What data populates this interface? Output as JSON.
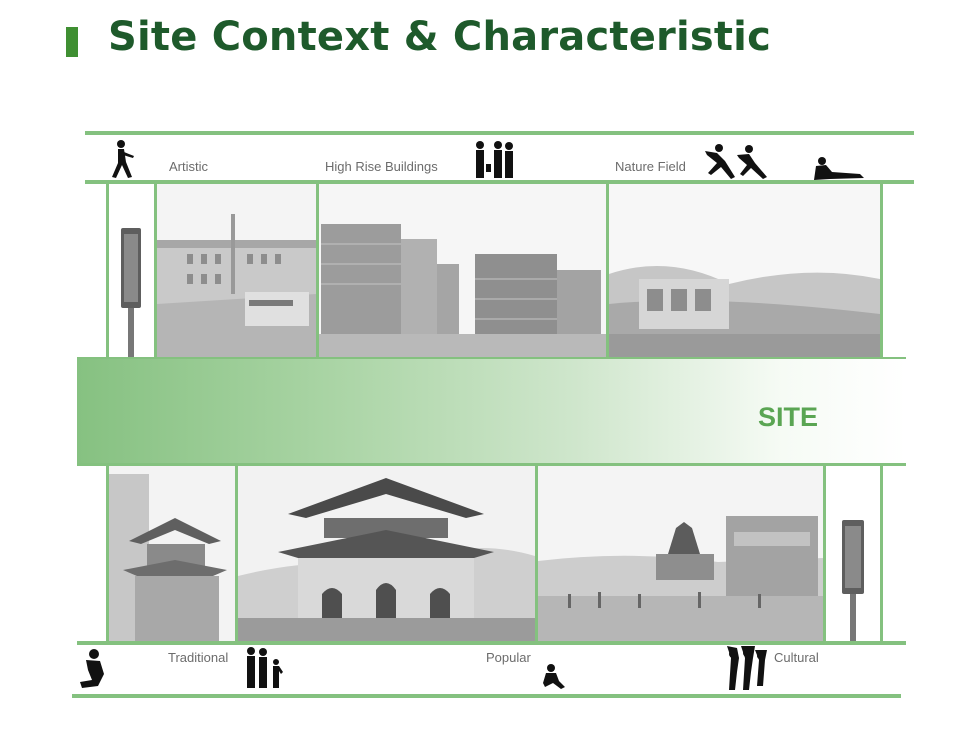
{
  "page": {
    "title": "Site Context & Characteristic"
  },
  "top_labels": {
    "artistic": "Artistic",
    "high_rise": "High Rise Buildings",
    "nature": "Nature Field"
  },
  "center": {
    "site": "SITE"
  },
  "bottom_labels": {
    "traditional": "Traditional",
    "popular": "Popular",
    "cultural": "Cultural"
  },
  "photos": {
    "top": [
      "artistic-building-photo",
      "high-rise-buildings-photo",
      "nature-field-photo"
    ],
    "bottom": [
      "traditional-palace-gate-photo",
      "palace-gate-photo",
      "popular-plaza-photo"
    ]
  },
  "colors": {
    "accent": "#84c17f",
    "title": "#1e5a2b",
    "site_text": "#5aa553",
    "title_bar": "#3f8f32"
  }
}
